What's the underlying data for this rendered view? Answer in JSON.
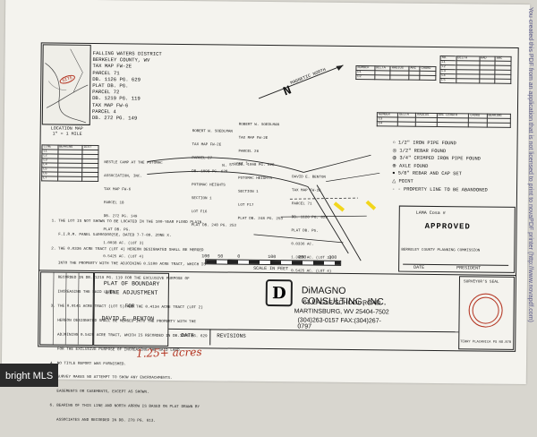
{
  "owner_block": {
    "lines": [
      "FALLING WATERS DISTRICT",
      "BERKELEY COUNTY, WV",
      "TAX MAP FW-2E",
      "PARCEL 71",
      "DB. 1126 PG. 629",
      "PLAT DB. PG.",
      "PARCEL 72",
      "DB. 1219 PG. 119",
      "TAX MAP FW-6",
      "PARCEL 4",
      "DB. 272 PG. 149"
    ]
  },
  "location_map": {
    "title": "LOCATION MAP",
    "scale": "1\" = 1 MILE",
    "site": "SITE"
  },
  "north_label": "MAGNETIC NORTH",
  "north_symbol": "N",
  "neighbor_left": [
    "ROBERT W. SOEDLMAN",
    "TAX MAP FW-2E",
    "PARCEL 27",
    "DB. 1098 PG. 628",
    "POTOMAC HEIGHTS",
    "SECTION 1",
    "LOT F16",
    "PLAT DB. 248 PG. 253"
  ],
  "neighbor_right": [
    "ROBERT W. SOEDLMAN",
    "TAX MAP FW-2E",
    "PARCEL 26",
    "DB. 1098 PG. 628",
    "POTOMAC HEIGHTS",
    "SECTION 1",
    "LOT F17",
    "PLAT DB. 248 PG. 253"
  ],
  "parcel_note": [
    "NESTLE CAMP AT THE POTOMAC",
    "ASSOCIATION, INC.",
    "TAX MAP FW-6",
    "PARCEL 18",
    "DB. 272 PG. 149",
    "PLAT DB. PG.",
    "1.0038 AC. (LOT 3)",
    "0.5425 AC. (LOT 4)"
  ],
  "lot_label": [
    "DAVID E. BENTON",
    "TAX MAP FW-2E",
    "PARCEL 71",
    "DB. 1126 PG. 629",
    "PLAT DB. PG.",
    "0.0336 AC.",
    "1.3069 AC. (LOT 3)",
    "0.5425 AC. (LOT 4)"
  ],
  "street_label": "N. STREET 1",
  "legend": {
    "items": [
      "1/2\" IRON PIPE FOUND",
      "1/2\" REBAR FOUND",
      "3/4\" CRIMPED IRON PIPE FOUND",
      "AXLE FOUND",
      "5/8\" REBAR AND CAP SET",
      "POINT",
      "PROPERTY LINE TO BE ABANDONED"
    ]
  },
  "notes": [
    "1. THE LOT IS NOT SHOWN TO BE LOCATED IN THE 100-YEAR FLOOD PLAIN.",
    "   F.I.R.M. PANEL 5400030025E, DATED 7-7-09. ZONE X.",
    "2. THE 0.0336 ACRE TRACT (LOT 4) HEREON DESIGNATED SHALL BE MERGED",
    "   INTO THE PROPERTY WITH THE ADJOINING 0.5100 ACRE TRACT, WHICH IS",
    "   RECORDED IN DB. 1219 PG. 119 FOR THE EXCLUSIVE PURPOSE OF",
    "   INCREASING THE SAID LAND.",
    "3. THE 0.0141 ACRE TRACT (LOT 5) AND THE 0.4134 ACRE TRACT (LOT 2)",
    "   HEREON DESIGNATED SHALL BE MERGED INTO THE PROPERTY WITH THE",
    "   ADJOINING 0.5425 ACRE TRACT, WHICH IS RECORDED IN DB.1126 PG. 629",
    "   FOR THE EXCLUSIVE PURPOSE OF INCREASING THE SAID LAND.",
    "4. NO TITLE REPORT WAS FURNISHED.",
    "5. SURVEY MAKES NO ATTEMPT TO SHOW ANY ENCROACHMENTS.",
    "   EASEMENTS OR CASEMENTS, EXCEPT AS SHOWN.",
    "6. BEARING OF THIS LINE AND NORTH ARROW IS BASED ON PLAT DRAWN BY",
    "   ASSOCIATES AND RECORDED IN DB. 278 PG. 613."
  ],
  "scale_bar": {
    "ticks": [
      "100",
      "50",
      "0",
      "100",
      "200",
      "300"
    ],
    "label": "SCALE IN FEET"
  },
  "approval": {
    "lama_label": "LAMA Cosa #",
    "status": "APPROVED",
    "commission": "BERKELEY COUNTY PLANNING COMMISSION",
    "date_label": "DATE",
    "president_label": "PRESIDENT"
  },
  "surveyor": {
    "label": "SURVEYOR'S SEAL",
    "name": "TERRY PLACANICA PS NO.878"
  },
  "title_block": {
    "line1": "PLAT OF BOUNDARY",
    "line2": "LINE ADJUSTMENT",
    "for_label": "FOR",
    "client": "DAVID E. BENTON"
  },
  "company": {
    "name": "DiMAGNO CONSULTING, INC.",
    "address": "61 EAGLE SCHOOL ROAD",
    "city": "MARTINSBURG, WV  25404-7502",
    "phone": "(304)263-0157  FAX:(304)267-0797",
    "logo": "D"
  },
  "revisions": {
    "date_label": "DATE",
    "revisions_label": "REVISIONS"
  },
  "handwritten": "1.25+ acres",
  "watermark": "You created this PDF from an application that is not licensed to print to novaPDF printer (http://www.novapdf.com)",
  "bright_mls": "bright MLS",
  "colors": {
    "paper": "#f4f3ee",
    "ink": "#222222",
    "highlight": "#f2d61b",
    "stamp": "#b3321f"
  }
}
